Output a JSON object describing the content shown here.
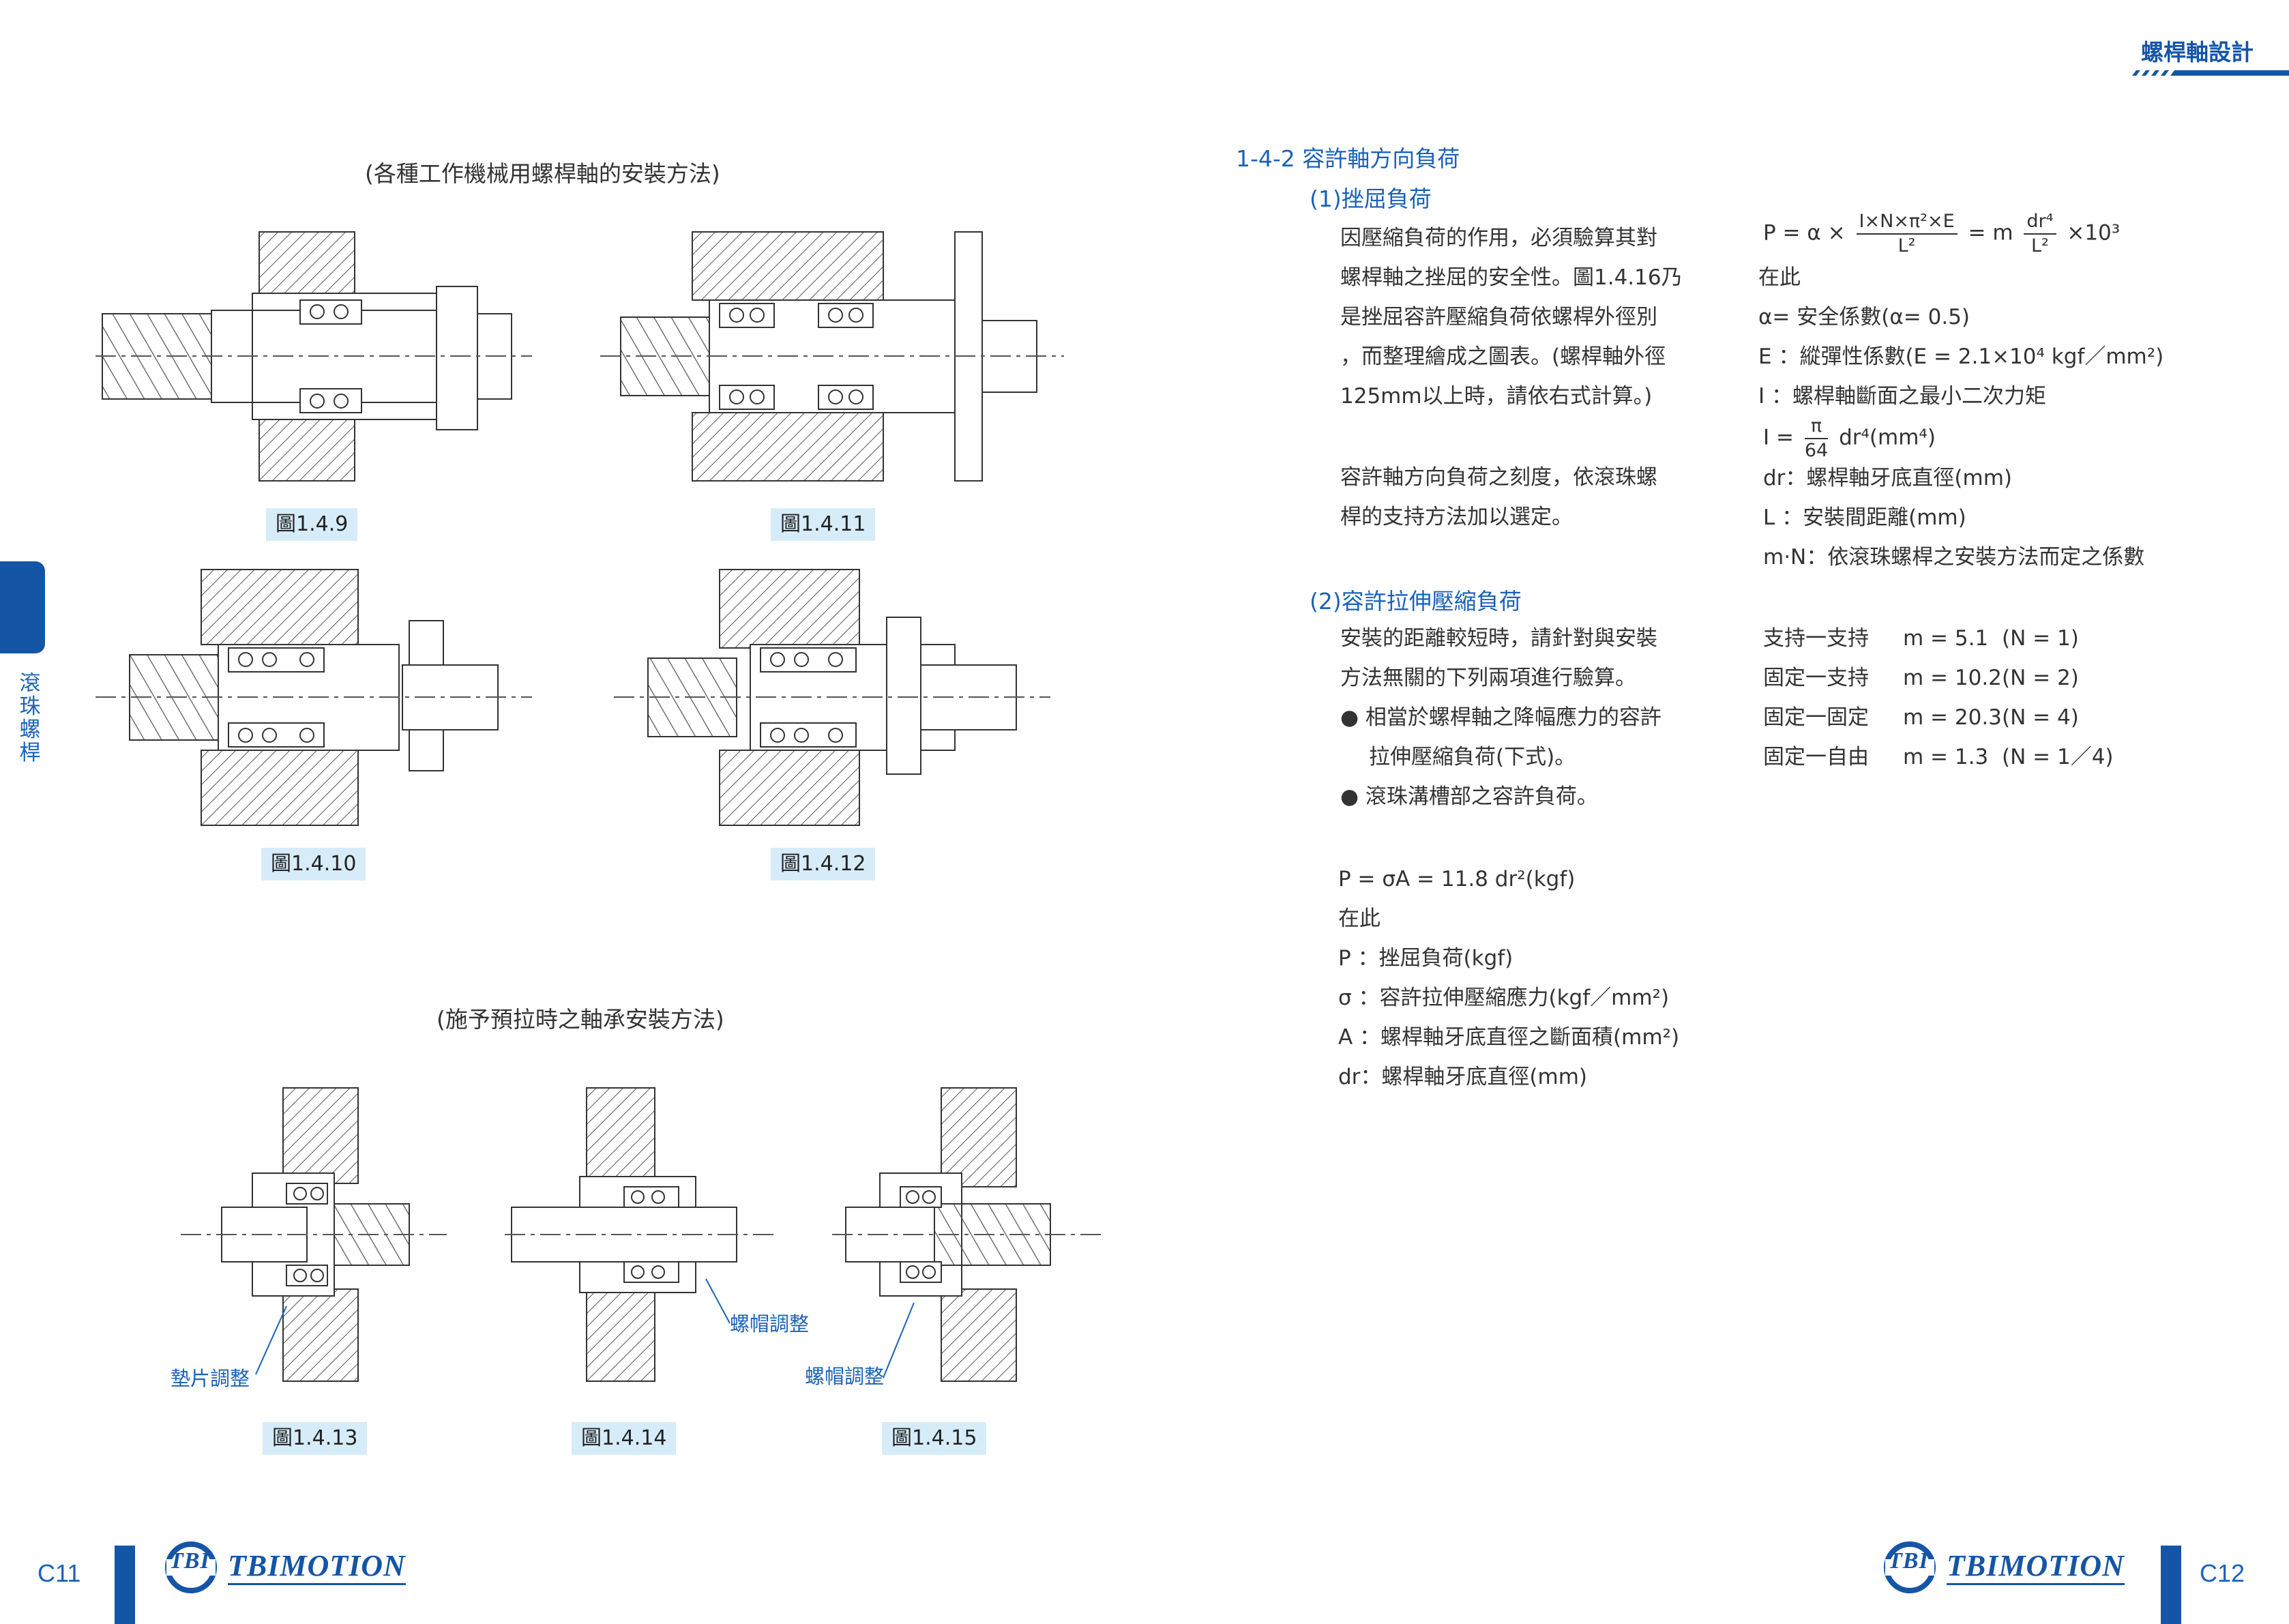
{
  "header": {
    "title": "螺桿軸設計"
  },
  "side": {
    "label": "滾珠螺桿"
  },
  "left_page": {
    "section_heading_1": "(各種工作機械用螺桿軸的安裝方法)",
    "section_heading_2": "(施予預拉時之軸承安裝方法)",
    "figures": {
      "f149": "圖1.4.9",
      "f1411": "圖1.4.11",
      "f1410": "圖1.4.10",
      "f1412": "圖1.4.12",
      "f1413": "圖1.4.13",
      "f1414": "圖1.4.14",
      "f1415": "圖1.4.15"
    },
    "callouts": {
      "shim": "墊片調整",
      "nut_a": "螺帽調整",
      "nut_b": "螺帽調整"
    },
    "page_number": "C11",
    "logo": {
      "badge": "TBI",
      "name": "TBIMOTION"
    }
  },
  "right_page": {
    "heading": "1-4-2 容許軸方向負荷",
    "sub1": "(1)挫屈負荷",
    "p1": [
      "因壓縮負荷的作用，必須驗算其對",
      "螺桿軸之挫屈的安全性。圖1.4.16乃",
      "是挫屈容許壓縮負荷依螺桿外徑別",
      "，而整理繪成之圖表。(螺桿軸外徑",
      "125mm以上時，請依右式計算。)"
    ],
    "p2": [
      "容許軸方向負荷之刻度，依滾珠螺",
      "桿的支持方法加以選定。"
    ],
    "formula1": {
      "lhs": "P = α ×",
      "num1": "I×N×π²×E",
      "den1": "L²",
      "mid": "= m",
      "num2": "dr⁴",
      "den2": "L²",
      "tail": "×10³"
    },
    "where": "在此",
    "defs1": [
      "α= 安全係數(α= 0.5)",
      "E ：縱彈性係數(E = 2.1×10⁴ kgf／mm²)",
      "I ：螺桿軸斷面之最小二次力矩"
    ],
    "i_formula": {
      "lhs": "I =",
      "num": "π",
      "den": "64",
      "rhs": "dr⁴(mm⁴)"
    },
    "defs2": [
      "dr：螺桿軸牙底直徑(mm)",
      "L ：安裝間距離(mm)",
      "m·N：依滾珠螺桿之安裝方法而定之係數"
    ],
    "sub2": "(2)容許拉伸壓縮負荷",
    "p3": [
      "安裝的距離較短時，請針對與安裝",
      "方法無關的下列兩項進行驗算。"
    ],
    "bullets": [
      "相當於螺桿軸之降幅應力的容許",
      "拉伸壓縮負荷(下式)。",
      "滾珠溝槽部之容許負荷。"
    ],
    "support_table": [
      {
        "type": "支持一支持",
        "m": "m = 5.1",
        "n": "(N = 1)"
      },
      {
        "type": "固定一支持",
        "m": "m = 10.2",
        "n": "(N = 2)"
      },
      {
        "type": "固定一固定",
        "m": "m = 20.3",
        "n": "(N = 4)"
      },
      {
        "type": "固定一自由",
        "m": "m = 1.3",
        "n": "(N = 1／4)"
      }
    ],
    "formula2": "P = σA = 11.8 dr²(kgf)",
    "where2": "在此",
    "defs3": [
      "P ：挫屈負荷(kgf)",
      "σ ：容許拉伸壓縮應力(kgf／mm²)",
      "A ：螺桿軸牙底直徑之斷面積(mm²)",
      "dr：螺桿軸牙底直徑(mm)"
    ],
    "page_number": "C12",
    "logo": {
      "badge": "TBI",
      "name": "TBIMOTION"
    }
  },
  "colors": {
    "brand_blue": "#1555a6",
    "caption_bg": "#d7ecf9",
    "accent_text": "#1a62b8"
  }
}
